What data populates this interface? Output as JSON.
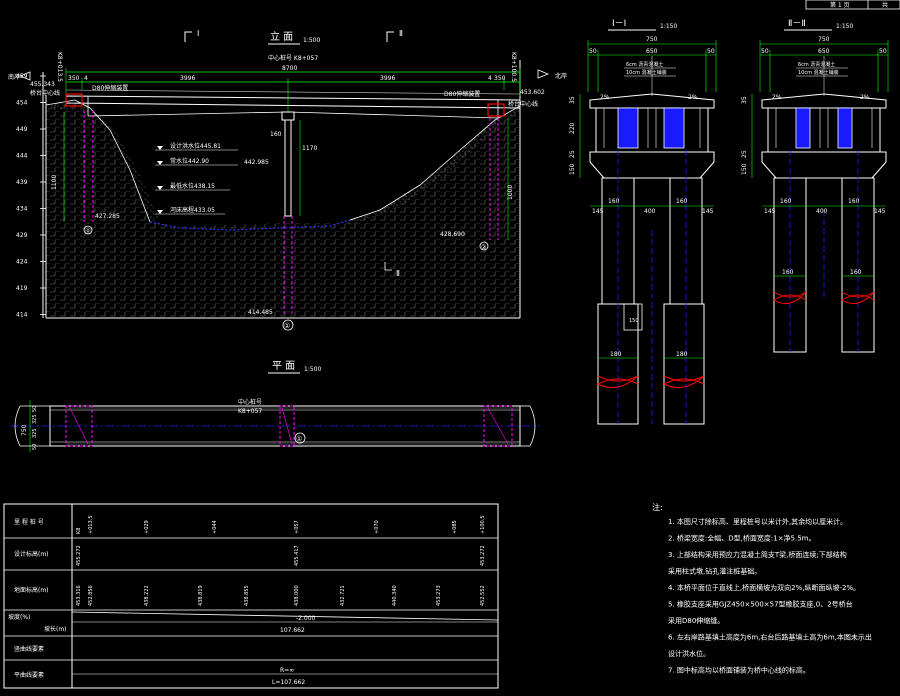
{
  "titles": {
    "elevation": "立 面",
    "elevation_scale": "1:500",
    "plan": "平 面",
    "plan_scale": "1:500",
    "section_1": "Ⅰ－Ⅰ",
    "section_1_scale": "1:150",
    "section_2": "Ⅱ－Ⅱ",
    "section_2_scale": "1:150",
    "cut_1": "Ⅰ",
    "cut_2": "Ⅱ"
  },
  "elevation": {
    "center_station": "中心桩号 K8+057",
    "total_length": "8700",
    "span_left": "3996",
    "span_right": "3996",
    "end_left": "350",
    "end_right": "350",
    "end_left_b": "4",
    "end_right_b": "4",
    "joint_left": "D80伸缩装置",
    "joint_right": "D80伸缩装置",
    "elev_left": "455.343",
    "elev_right": "453.602",
    "station_left": "K8+013.5",
    "station_right": "K8+100.5",
    "abut_left_note": "桥台中心线",
    "abut_right_note": "桥台中心线",
    "dir_left": "南岸",
    "dir_right": "北岸",
    "water_1": "设计洪水位445.81",
    "water_2": "常水位442.90",
    "water_3": "最低水位438.15",
    "water_4": "河床高程433.05",
    "pier_top": "442.985",
    "pier_depth": "1170",
    "pier_cap": "160",
    "pile_left_depth": "1100",
    "pile_right_depth": "1000",
    "pile_bottom_left": "427.285",
    "pile_bottom_right": "428.690",
    "pile_bottom_mid": "414.485",
    "pier_label": "①",
    "abut_label_l": "⓪",
    "abut_label_r": "②",
    "scale_ticks": [
      "459",
      "454",
      "449",
      "444",
      "439",
      "434",
      "429",
      "424",
      "419",
      "414"
    ]
  },
  "plan": {
    "center_note": "中心桩号",
    "center_station": "K8+057",
    "width_total": "750",
    "width_parts": [
      "50",
      "325",
      "325",
      "50"
    ],
    "pier_label": "①"
  },
  "section1": {
    "width_total": "750",
    "width_inner": "650",
    "side_l": "50",
    "side_r": "50",
    "slope_l": "2%",
    "slope_r": "2%",
    "note_1": "6cm 沥青混凝土",
    "note_2": "10cm 混凝土铺装",
    "h_total": "220",
    "h_1": "35",
    "h_2": "25",
    "h_3": "150",
    "pile_l": "160",
    "pile_r": "160",
    "pile_gap": "400",
    "edge_l": "145",
    "edge_r": "145",
    "pile_l2": "180",
    "pile_r2": "180",
    "pile_cap_w": "150"
  },
  "section2": {
    "width_total": "750",
    "width_inner": "650",
    "side_l": "50",
    "side_r": "50",
    "slope_l": "2%",
    "slope_r": "2%",
    "note_1": "6cm 沥青混凝土",
    "note_2": "10cm 混凝土铺装",
    "h_1": "35",
    "h_2": "25",
    "h_3": "150",
    "pile_l": "160",
    "pile_r": "160",
    "pile_gap": "400",
    "edge_l": "145",
    "edge_r": "145"
  },
  "table": {
    "row_labels": [
      "里 程 桩 号",
      "设计标高(m)",
      "地面标高(m)",
      "坡度(%)",
      "坡长(m)",
      "竖曲线要素",
      "平曲线要素"
    ],
    "stations": [
      "K8",
      "+013.5",
      "+029",
      "+044",
      "+057",
      "+070",
      "+085",
      "+100.5"
    ],
    "design_elev": [
      "455.272",
      "455.417",
      "453.272"
    ],
    "ground_elev": [
      "453.316",
      "452.856",
      "438.222",
      "438.819",
      "438.855",
      "438.000",
      "432.721",
      "440.340",
      "453.273",
      "452.552"
    ],
    "slope": "-2.000",
    "slope_length": "107.662",
    "curve_r": "R=∞",
    "curve_l": "L=107.662"
  },
  "notes": {
    "heading": "注:",
    "items": [
      "1. 本图尺寸除标高、里程桩号以米计外,其余均以厘米计。",
      "2. 桥梁宽度:全幅、D型,桥面宽度:1×净5.5m。",
      "3. 上部结构采用预应力混凝土简支T梁,桥面连续;下部结构",
      "   采用柱式墩,钻孔灌注桩基础。",
      "4. 本桥平面位于直线上,桥面横坡为双向2%,纵断面纵坡-2%。",
      "5. 橡胶支座采用GJZ450×500×57型橡胶支座,0、2号桥台",
      "   采用D80伸缩缝。",
      "6. 左右岸路基填土高度为6m,右台后路基填土高为6m,本图未示出",
      "   设计洪水位。",
      "7. 图中标高均以桥面铺装为桥中心线的标高。"
    ]
  },
  "corner": {
    "cell_1": "第 1 页",
    "cell_2": "共"
  },
  "colors": {
    "background": "#000000",
    "line": "#ffffff",
    "dimension": "#00ff00",
    "water": "#0000ff",
    "pile": "#ff00ff",
    "accent": "#ff0000",
    "ground": "#808080",
    "rebar": "#2020ff"
  }
}
